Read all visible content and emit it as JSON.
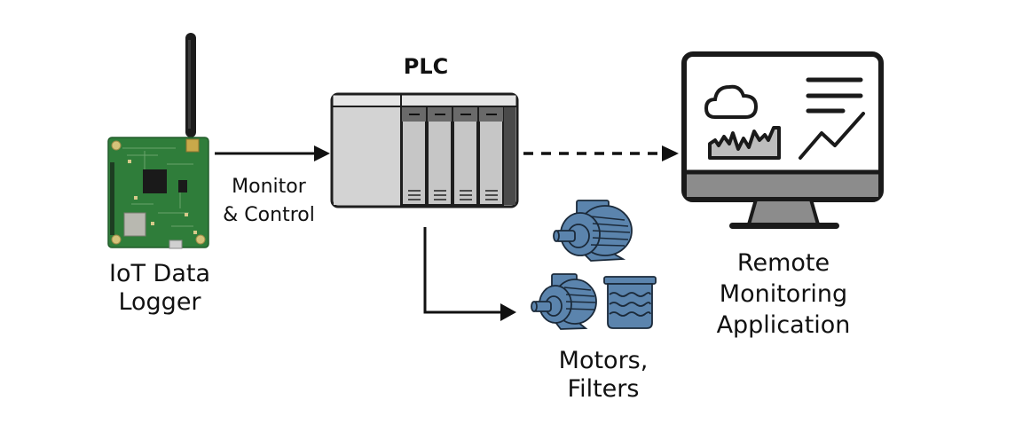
{
  "diagram": {
    "nodes": {
      "logger": {
        "label_line1": "IoT Data",
        "label_line2": "Logger",
        "icon": "circuit-board-with-antenna"
      },
      "plc": {
        "label": "PLC",
        "icon": "plc-rack",
        "module_count": 4
      },
      "equipment": {
        "label_line1": "Motors,",
        "label_line2": "Filters",
        "icons": [
          "electric-motor",
          "electric-motor",
          "filter-tank"
        ]
      },
      "app": {
        "label_line1": "Remote",
        "label_line2": "Monitoring",
        "label_line3": "Application",
        "icon": "desktop-monitor-dashboard"
      }
    },
    "edges": {
      "logger_to_plc": {
        "label_line1": "Monitor",
        "label_line2": "& Control",
        "style": "solid"
      },
      "plc_to_app": {
        "style": "dashed"
      },
      "plc_to_equipment": {
        "style": "solid-elbow"
      }
    },
    "colors": {
      "pcb_green": "#2f7d3a",
      "equipment_blue": "#5b84ad",
      "plc_light": "#d6d6d6",
      "plc_dark": "#555555",
      "stroke": "#111111"
    }
  }
}
